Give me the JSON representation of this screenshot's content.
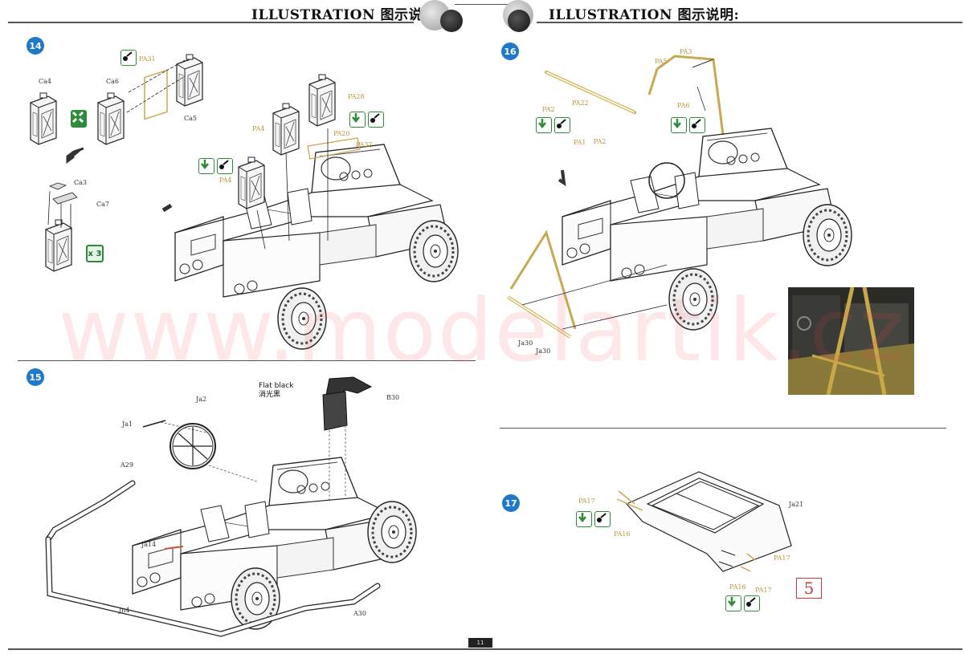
{
  "header": {
    "left_title": "ILLUSTRATION 图示说明:",
    "right_title": "ILLUSTRATION 图示说明:"
  },
  "steps": [
    {
      "number": "14"
    },
    {
      "number": "15"
    },
    {
      "number": "16"
    },
    {
      "number": "17"
    }
  ],
  "step14": {
    "labels": [
      "Ca4",
      "Ca6",
      "PA31",
      "Ca5",
      "Ca3",
      "Ca7",
      "PA28",
      "PA4",
      "PA20",
      "PA32",
      "PA4"
    ],
    "multiplier": "x 3"
  },
  "step15": {
    "labels": [
      "Ja2",
      "Ja1",
      "A29",
      "Ja14",
      "Jn4",
      "A30",
      "B30"
    ],
    "paint_note_en": "Flat black",
    "paint_note_cn": "消光黑"
  },
  "step16": {
    "labels": [
      "PA2",
      "PA22",
      "PA1",
      "PA2",
      "PA5",
      "PA3",
      "PA6",
      "Ja30",
      "Ja30"
    ]
  },
  "step17": {
    "labels": [
      "PA17",
      "PA16",
      "Ja21",
      "PA17",
      "PA16",
      "PA17"
    ],
    "boxed_number": "5"
  },
  "watermark": "www.modelartik.cz",
  "page_number": "11",
  "colors": {
    "badge_blue": "#1f78c8",
    "icon_green": "#2e8b3a",
    "part_tan": "#c8a850",
    "watermark_red": "#f04650",
    "box_red": "#c83a3a"
  },
  "icons": [
    "glue-icon",
    "paint-drop-icon",
    "remove-part-icon",
    "arrow-icon"
  ]
}
